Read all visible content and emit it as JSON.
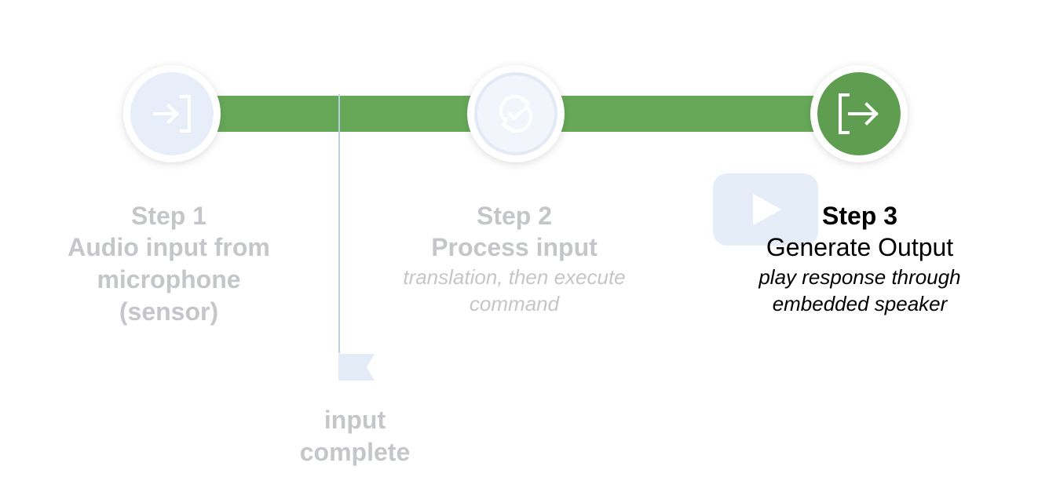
{
  "steps": [
    {
      "title": "Step 1",
      "subtitle": "Audio input from microphone (sensor)",
      "icon": "input-arrow-icon"
    },
    {
      "title": "Step 2",
      "subtitle": "Process input",
      "description": "translation, then execute command",
      "icon": "sync-check-icon"
    },
    {
      "title": "Step 3",
      "subtitle": "Generate Output",
      "description": "play response through embedded speaker",
      "icon": "output-arrow-icon"
    }
  ],
  "marker": {
    "label": "input complete",
    "icon": "flag-icon"
  },
  "colors": {
    "track": "#66a858",
    "active_node": "#5f9e50",
    "faded_text": "#c4c6c9"
  },
  "overlay": {
    "icon": "play-icon"
  }
}
